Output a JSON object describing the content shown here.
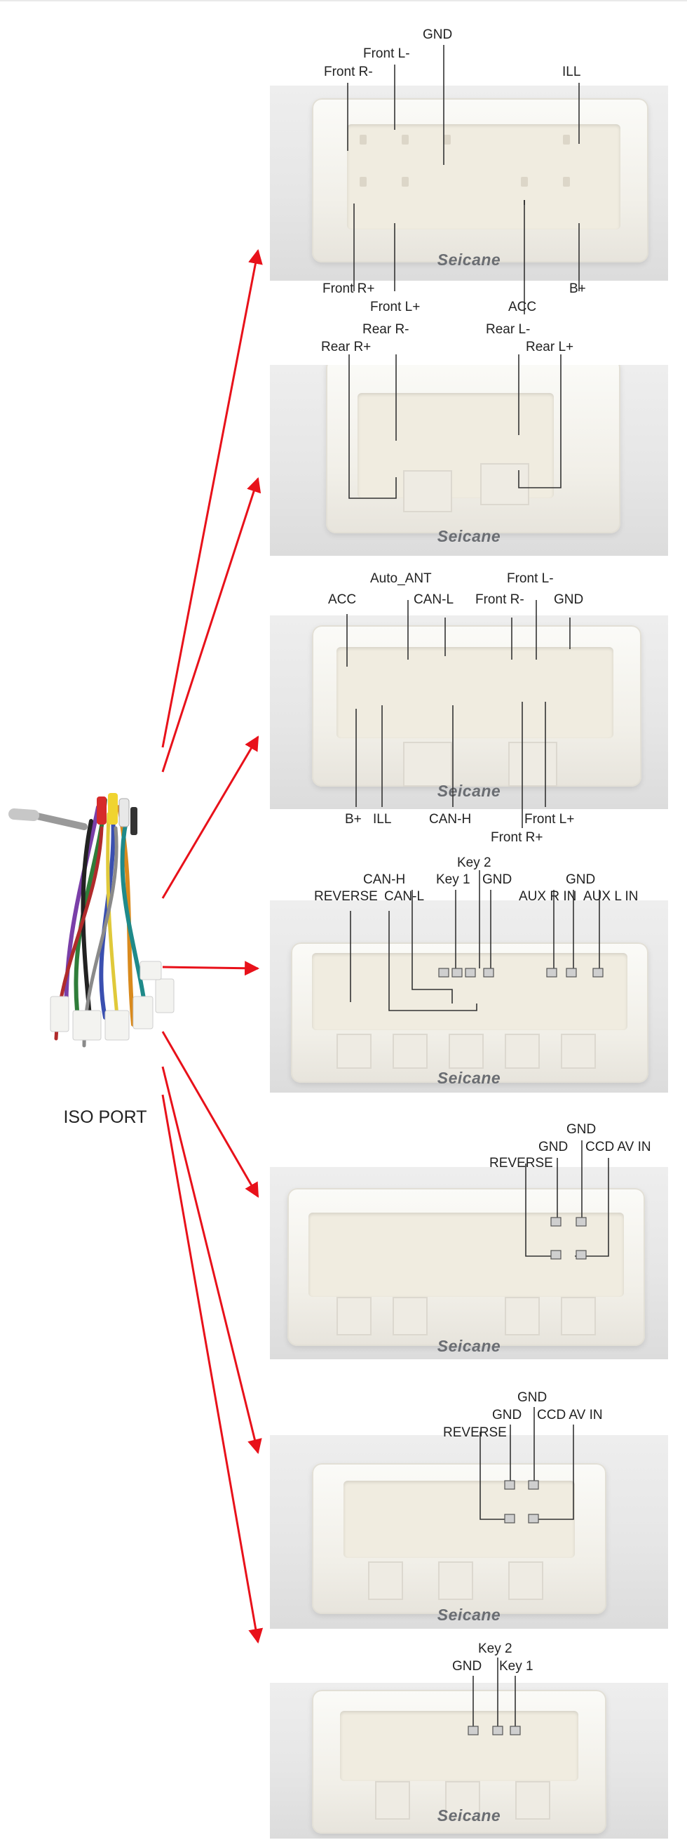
{
  "brand": "Seicane",
  "harness_label": "ISO PORT",
  "colors": {
    "arrow": "#e8111a",
    "leader": "#333333"
  },
  "connectors": [
    {
      "id": "c1",
      "labels": [
        "GND",
        "Front L-",
        "Front R-",
        "ILL",
        "Front R+",
        "Front L+",
        "ACC",
        "B+"
      ]
    },
    {
      "id": "c2",
      "labels": [
        "Rear R-",
        "Rear L-",
        "Rear R+",
        "Rear L+"
      ]
    },
    {
      "id": "c3",
      "labels": [
        "Auto_ANT",
        "Front L-",
        "ACC",
        "CAN-L",
        "Front R-",
        "GND",
        "B+",
        "ILL",
        "CAN-H",
        "Front L+",
        "Front R+"
      ]
    },
    {
      "id": "c4",
      "labels": [
        "Key 2",
        "CAN-H",
        "GND",
        "REVERSE",
        "CAN-L",
        "Key 1",
        "GND",
        "AUX R IN",
        "AUX L IN"
      ]
    },
    {
      "id": "c5",
      "labels": [
        "GND",
        "GND",
        "CCD AV IN",
        "REVERSE"
      ]
    },
    {
      "id": "c6",
      "labels": [
        "GND",
        "GND",
        "CCD AV IN",
        "REVERSE"
      ]
    },
    {
      "id": "c7",
      "labels": [
        "Key 2",
        "GND",
        "Key 1"
      ]
    }
  ]
}
